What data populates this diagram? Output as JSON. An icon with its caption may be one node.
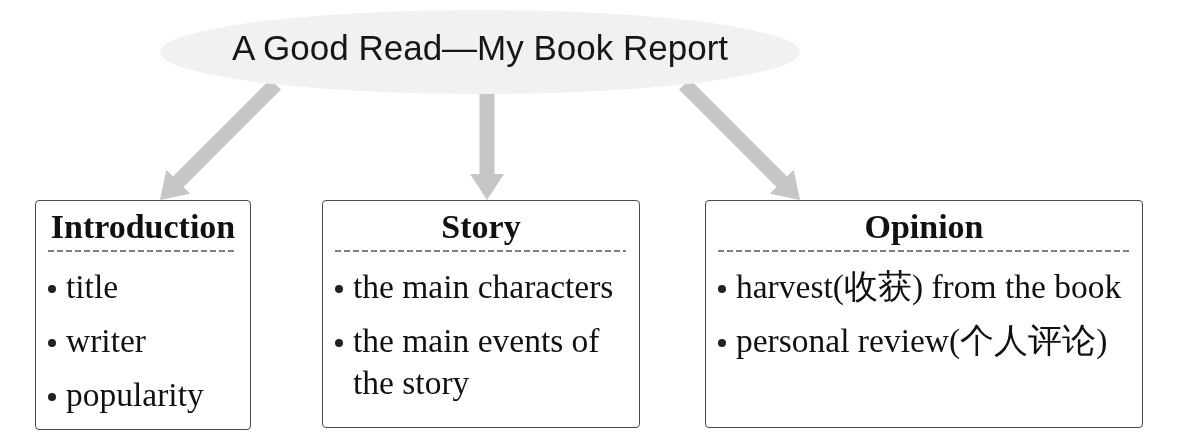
{
  "diagram": {
    "nodes": [
      {
        "text": [
          "A Good Read—My Book Report"
        ]
      },
      {
        "text": [
          "Introduction",
          "title",
          "writer",
          "popularity"
        ]
      },
      {
        "text": [
          "Story",
          "the main characters",
          "the main events of the story"
        ]
      },
      {
        "text": [
          "Opinion",
          "harvest(收获) from the book",
          "personal review(个人评论)"
        ]
      }
    ],
    "edges": [
      {
        "from": 0,
        "to": 1,
        "arrow": "to"
      },
      {
        "from": 0,
        "to": 2,
        "arrow": "to"
      },
      {
        "from": 0,
        "to": 3,
        "arrow": "to"
      }
    ]
  }
}
